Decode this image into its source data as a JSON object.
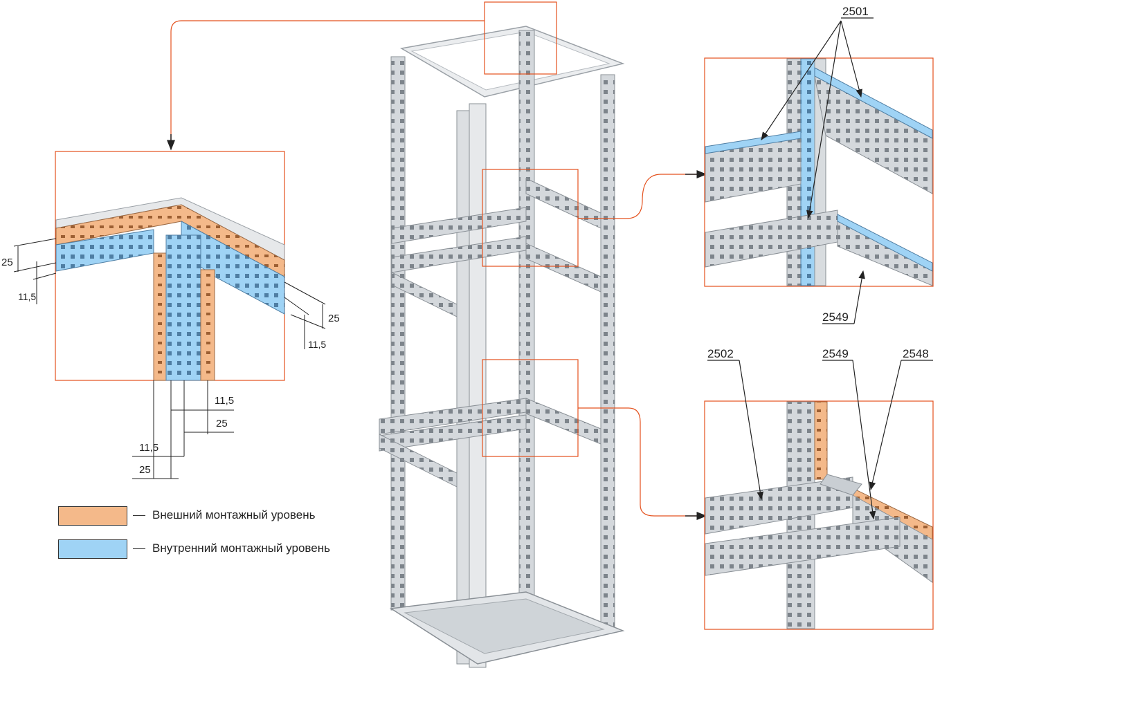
{
  "colors": {
    "outer_level": "#f4b98a",
    "inner_level": "#9fd3f5",
    "frame_steel": "#d9dde1",
    "callout_line": "#e4511d"
  },
  "dimensions": {
    "left_25": "25",
    "left_11_5": "11,5",
    "right_25": "25",
    "right_11_5": "11,5",
    "bottom_11_5_a": "11,5",
    "bottom_25_a": "25",
    "bottom_11_5_b": "11,5",
    "bottom_25_b": "25"
  },
  "part_labels": {
    "top_2501": "2501",
    "mid_2549": "2549",
    "bottom_2502": "2502",
    "bottom_2549": "2549",
    "bottom_2548": "2548"
  },
  "legend": {
    "outer": "Внешний монтажный уровень",
    "inner": "Внутренний монтажный уровень"
  }
}
